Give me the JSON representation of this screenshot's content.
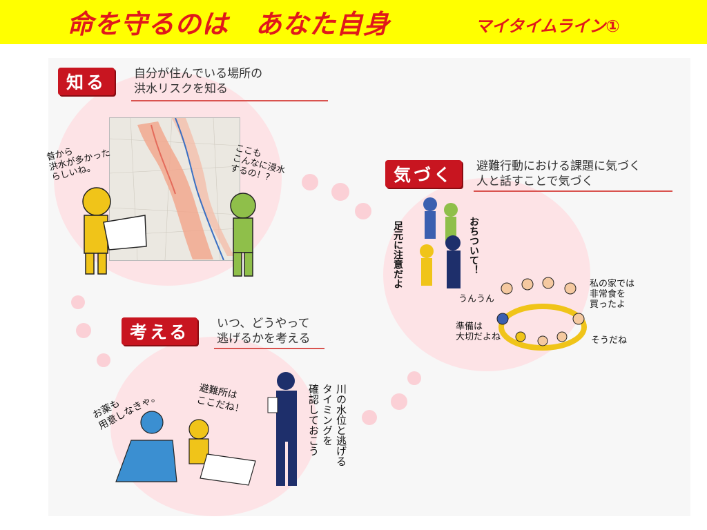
{
  "header": {
    "title": "命を守るのは　あなた自身",
    "subtitle": "マイタイムライン①"
  },
  "sections": {
    "shiru": {
      "badge": "知る",
      "desc_line1": "自分が住んでいる場所の",
      "desc_line2": "洪水リスクを知る",
      "speech_left": [
        "昔から",
        "洪水が多かった",
        "らしいね。"
      ],
      "speech_right": [
        "ここも",
        "こんなに浸水",
        "するの！?"
      ]
    },
    "kizuku": {
      "badge": "気づく",
      "desc_line1": "避難行動における課題に気づく",
      "desc_line2": "人と話すことで気づく",
      "v_left": "足元に注意だよ",
      "v_right": "おちついて！",
      "speech_unun": "うんうん",
      "speech_junbi": [
        "準備は",
        "大切だよね"
      ],
      "speech_hijou": [
        "私の家では",
        "非常食を",
        "買ったよ"
      ],
      "speech_souda": "そうだね"
    },
    "kangaeru": {
      "badge": "考える",
      "desc_line1": "いつ、どうやって",
      "desc_line2": "逃げるかを考える",
      "speech_kusuri": [
        "お薬も",
        "用意しなきゃ。"
      ],
      "speech_hinanjo": [
        "避難所は",
        "ここだね！"
      ],
      "v_kawa": "川の水位と逃げる",
      "v_timing": "タイミングを",
      "v_kakunin": "確認しておこう"
    }
  }
}
